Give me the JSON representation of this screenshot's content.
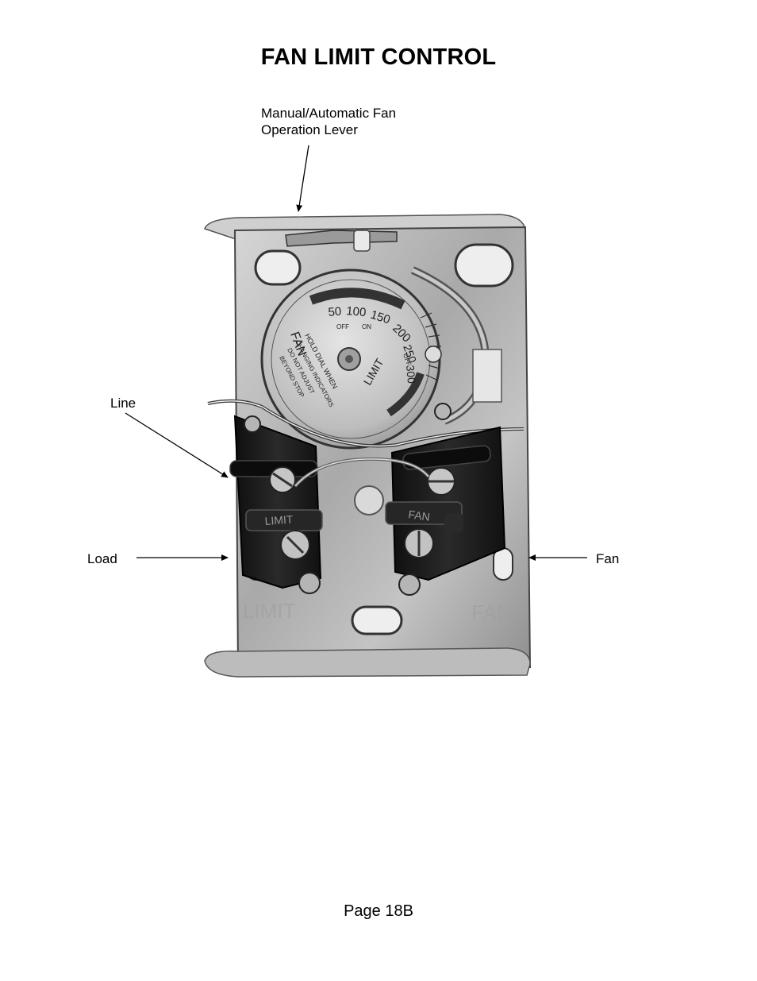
{
  "document": {
    "title": "FAN LIMIT CONTROL",
    "page_number": "Page 18B"
  },
  "labels": {
    "lever_line1": "Manual/Automatic Fan",
    "lever_line2": "Operation Lever",
    "line": "Line",
    "load": "Load",
    "fan": "Fan"
  },
  "photo": {
    "dial_scale": [
      "50",
      "100",
      "150",
      "200",
      "250",
      "300"
    ],
    "dial_marks": [
      "OFF",
      "ON",
      "OFF"
    ],
    "dial_text_fan": "FAN",
    "dial_text_limit": "LIMIT",
    "dial_instructions": [
      "HOLD DIAL WHEN",
      "CHANGING INDICATORS",
      "DO NOT ADJUST",
      "BEYOND STOP"
    ],
    "terminal_left": "LIMIT",
    "terminal_right": "FAN",
    "stamp_left": "LIMIT",
    "stamp_right": "FAN"
  },
  "colors": {
    "metal": "#b9b9b9",
    "terminal": "#1c1c1c",
    "dial": "#cfcfcf"
  }
}
